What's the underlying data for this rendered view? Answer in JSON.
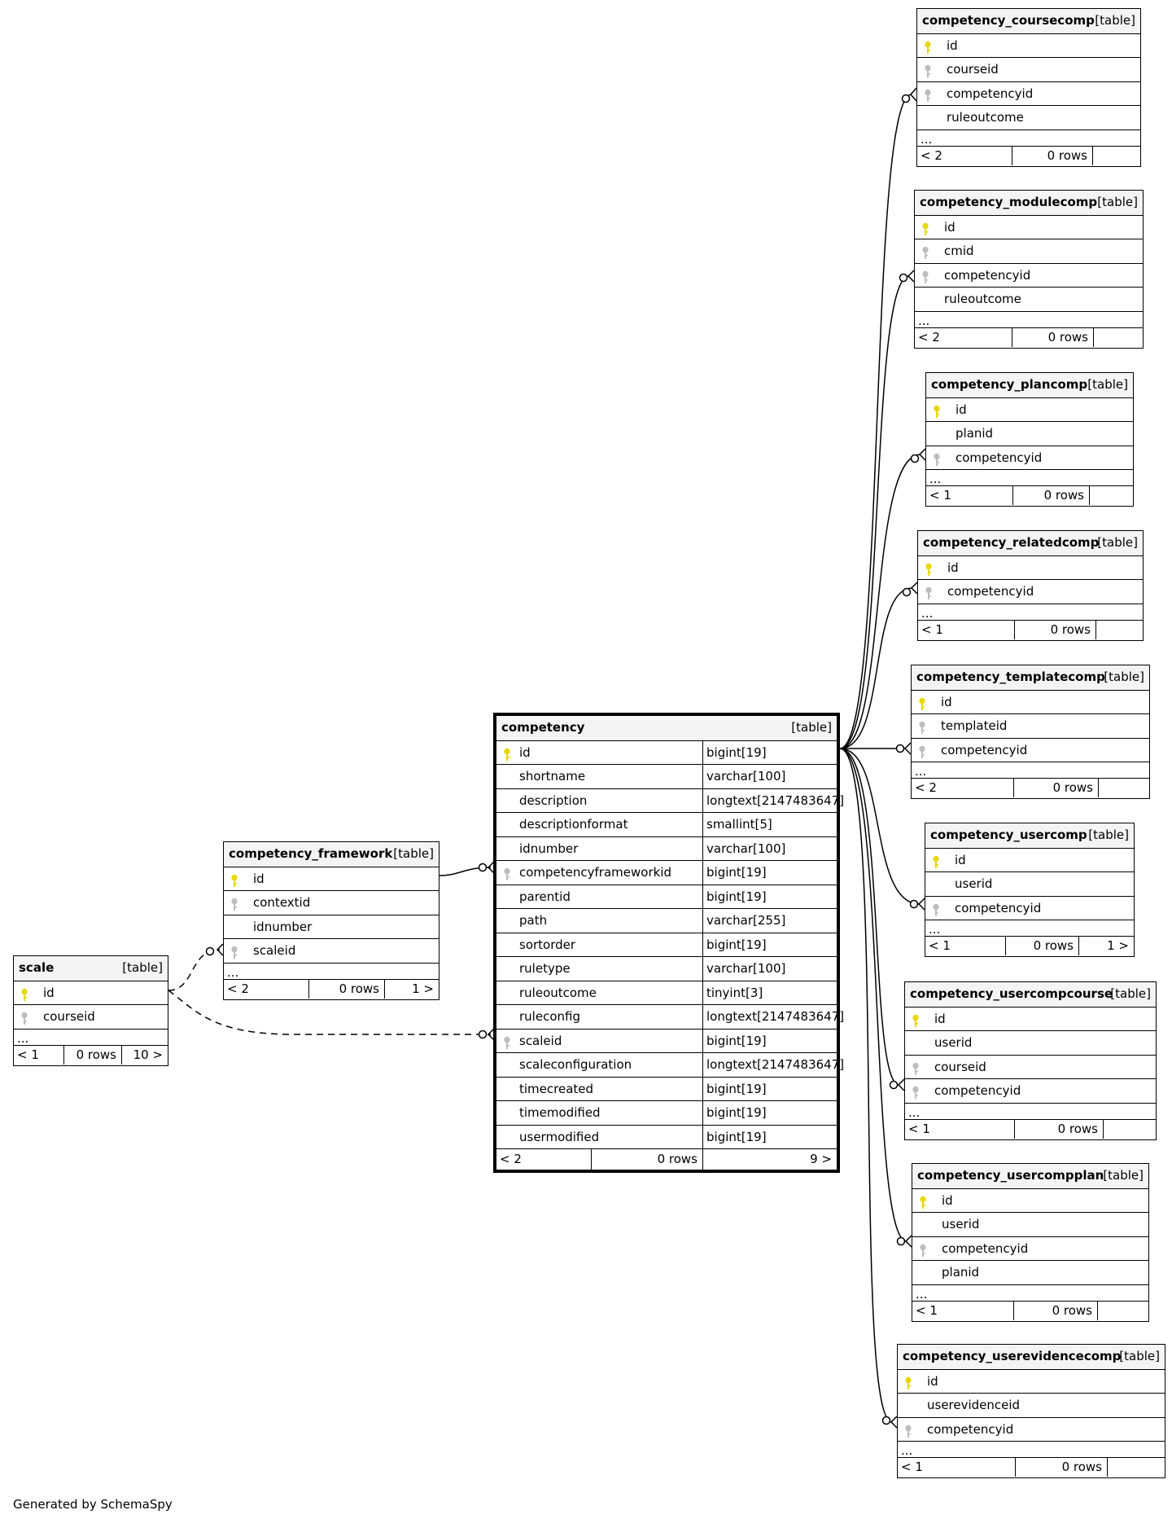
{
  "footer": "Generated by SchemaSpy",
  "colors": {
    "primary_key": "#e6d800",
    "foreign_key": "#bdbdbd",
    "header_bg": "#f4f4f4"
  },
  "tables": {
    "competency_coursecomp": {
      "name": "competency_coursecomp",
      "kind": "[table]",
      "columns": [
        {
          "name": "id",
          "key": "pk"
        },
        {
          "name": "courseid",
          "key": "fk"
        },
        {
          "name": "competencyid",
          "key": "fk"
        },
        {
          "name": "ruleoutcome",
          "key": ""
        }
      ],
      "ellipsis": "...",
      "footer": {
        "left": "< 2",
        "rows": "0 rows",
        "right": ""
      }
    },
    "competency_modulecomp": {
      "name": "competency_modulecomp",
      "kind": "[table]",
      "columns": [
        {
          "name": "id",
          "key": "pk"
        },
        {
          "name": "cmid",
          "key": "fk"
        },
        {
          "name": "competencyid",
          "key": "fk"
        },
        {
          "name": "ruleoutcome",
          "key": ""
        }
      ],
      "ellipsis": "...",
      "footer": {
        "left": "< 2",
        "rows": "0 rows",
        "right": ""
      }
    },
    "competency_plancomp": {
      "name": "competency_plancomp",
      "kind": "[table]",
      "columns": [
        {
          "name": "id",
          "key": "pk"
        },
        {
          "name": "planid",
          "key": ""
        },
        {
          "name": "competencyid",
          "key": "fk"
        }
      ],
      "ellipsis": "...",
      "footer": {
        "left": "< 1",
        "rows": "0 rows",
        "right": ""
      }
    },
    "competency_relatedcomp": {
      "name": "competency_relatedcomp",
      "kind": "[table]",
      "columns": [
        {
          "name": "id",
          "key": "pk"
        },
        {
          "name": "competencyid",
          "key": "fk"
        }
      ],
      "ellipsis": "...",
      "footer": {
        "left": "< 1",
        "rows": "0 rows",
        "right": ""
      }
    },
    "competency_templatecomp": {
      "name": "competency_templatecomp",
      "kind": "[table]",
      "columns": [
        {
          "name": "id",
          "key": "pk"
        },
        {
          "name": "templateid",
          "key": "fk"
        },
        {
          "name": "competencyid",
          "key": "fk"
        }
      ],
      "ellipsis": "...",
      "footer": {
        "left": "< 2",
        "rows": "0 rows",
        "right": ""
      }
    },
    "competency_usercomp": {
      "name": "competency_usercomp",
      "kind": "[table]",
      "columns": [
        {
          "name": "id",
          "key": "pk"
        },
        {
          "name": "userid",
          "key": ""
        },
        {
          "name": "competencyid",
          "key": "fk"
        }
      ],
      "ellipsis": "...",
      "footer": {
        "left": "< 1",
        "rows": "0 rows",
        "right": "1 >"
      }
    },
    "competency_usercompcourse": {
      "name": "competency_usercompcourse",
      "kind": "[table]",
      "columns": [
        {
          "name": "id",
          "key": "pk"
        },
        {
          "name": "userid",
          "key": ""
        },
        {
          "name": "courseid",
          "key": "fk"
        },
        {
          "name": "competencyid",
          "key": "fk"
        }
      ],
      "ellipsis": "...",
      "footer": {
        "left": "< 1",
        "rows": "0 rows",
        "right": ""
      }
    },
    "competency_usercompplan": {
      "name": "competency_usercompplan",
      "kind": "[table]",
      "columns": [
        {
          "name": "id",
          "key": "pk"
        },
        {
          "name": "userid",
          "key": ""
        },
        {
          "name": "competencyid",
          "key": "fk"
        },
        {
          "name": "planid",
          "key": ""
        }
      ],
      "ellipsis": "...",
      "footer": {
        "left": "< 1",
        "rows": "0 rows",
        "right": ""
      }
    },
    "competency_userevidencecomp": {
      "name": "competency_userevidencecomp",
      "kind": "[table]",
      "columns": [
        {
          "name": "id",
          "key": "pk"
        },
        {
          "name": "userevidenceid",
          "key": ""
        },
        {
          "name": "competencyid",
          "key": "fk"
        }
      ],
      "ellipsis": "...",
      "footer": {
        "left": "< 1",
        "rows": "0 rows",
        "right": ""
      }
    },
    "competency_framework": {
      "name": "competency_framework",
      "kind": "[table]",
      "columns": [
        {
          "name": "id",
          "key": "pk"
        },
        {
          "name": "contextid",
          "key": "fk"
        },
        {
          "name": "idnumber",
          "key": ""
        },
        {
          "name": "scaleid",
          "key": "fk"
        }
      ],
      "ellipsis": "...",
      "footer": {
        "left": "< 2",
        "rows": "0 rows",
        "right": "1 >"
      }
    },
    "scale": {
      "name": "scale",
      "kind": "[table]",
      "columns": [
        {
          "name": "id",
          "key": "pk"
        },
        {
          "name": "courseid",
          "key": "fk"
        }
      ],
      "ellipsis": "...",
      "footer": {
        "left": "< 1",
        "rows": "0 rows",
        "right": "10 >"
      }
    },
    "competency": {
      "name": "competency",
      "kind": "[table]",
      "columns": [
        {
          "name": "id",
          "type": "bigint[19]",
          "key": "pk"
        },
        {
          "name": "shortname",
          "type": "varchar[100]",
          "key": ""
        },
        {
          "name": "description",
          "type": "longtext[2147483647]",
          "key": ""
        },
        {
          "name": "descriptionformat",
          "type": "smallint[5]",
          "key": ""
        },
        {
          "name": "idnumber",
          "type": "varchar[100]",
          "key": ""
        },
        {
          "name": "competencyframeworkid",
          "type": "bigint[19]",
          "key": "fk"
        },
        {
          "name": "parentid",
          "type": "bigint[19]",
          "key": ""
        },
        {
          "name": "path",
          "type": "varchar[255]",
          "key": ""
        },
        {
          "name": "sortorder",
          "type": "bigint[19]",
          "key": ""
        },
        {
          "name": "ruletype",
          "type": "varchar[100]",
          "key": ""
        },
        {
          "name": "ruleoutcome",
          "type": "tinyint[3]",
          "key": ""
        },
        {
          "name": "ruleconfig",
          "type": "longtext[2147483647]",
          "key": ""
        },
        {
          "name": "scaleid",
          "type": "bigint[19]",
          "key": "fk"
        },
        {
          "name": "scaleconfiguration",
          "type": "longtext[2147483647]",
          "key": ""
        },
        {
          "name": "timecreated",
          "type": "bigint[19]",
          "key": ""
        },
        {
          "name": "timemodified",
          "type": "bigint[19]",
          "key": ""
        },
        {
          "name": "usermodified",
          "type": "bigint[19]",
          "key": ""
        }
      ],
      "footer": {
        "left": "< 2",
        "rows": "0 rows",
        "right": "9 >"
      }
    }
  }
}
